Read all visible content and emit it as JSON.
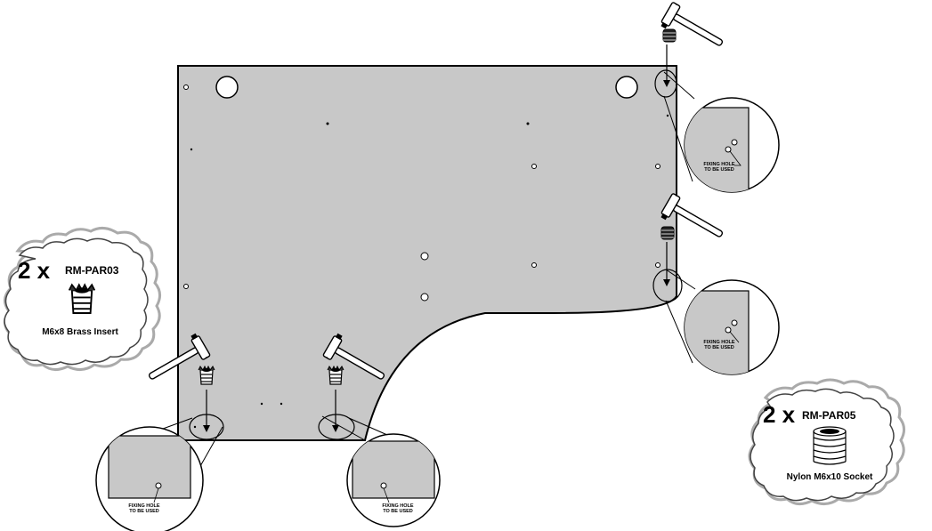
{
  "callouts": {
    "brass": {
      "qty": "2 x",
      "code": "RM-PAR03",
      "name": "M6x8 Brass Insert"
    },
    "nylon": {
      "qty": "2 x",
      "code": "RM-PAR05",
      "name": "Nylon M6x10 Socket"
    }
  },
  "detail_label_line1": "FIXING HOLE",
  "detail_label_line2": "TO BE USED",
  "colors": {
    "panel": "#c8c8c8",
    "outline": "#000000",
    "background": "#ffffff"
  },
  "icons": [
    "hammer-icon",
    "brass-insert-icon",
    "nylon-socket-icon",
    "fixing-hole-marker"
  ]
}
